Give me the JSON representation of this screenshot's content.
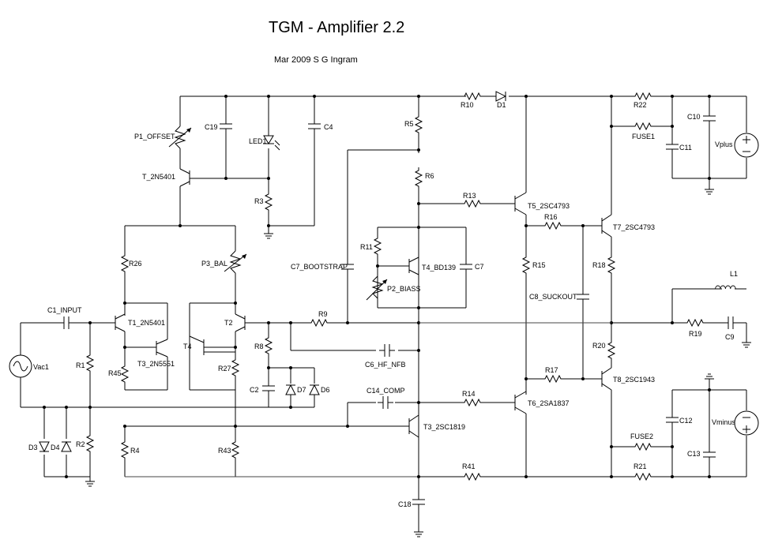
{
  "header": {
    "title": "TGM - Amplifier 2.2",
    "subtitle": "Mar 2009  S G Ingram"
  },
  "components": {
    "p1_offset": "P1_OFFSET",
    "c19": "C19",
    "led1": "LED1",
    "c4": "C4",
    "t_2n5401": "T_2N5401",
    "r3": "R3",
    "r5": "R5",
    "r6": "R6",
    "r10": "R10",
    "d1": "D1",
    "r22": "R22",
    "fuse1": "FUSE1",
    "c10": "C10",
    "c11": "C11",
    "vplus": "Vplus",
    "r13": "R13",
    "t5": "T5_2SC4793",
    "r16": "R16",
    "t7": "T7_2SC4793",
    "r11": "R11",
    "t4_bd139": "T4_BD139",
    "c7": "C7",
    "c7_bootstrap": "C7_BOOTSTRAP",
    "p2_biass": "P2_BIASS",
    "r15": "R15",
    "r18": "R18",
    "r26": "R26",
    "p3_bal": "P3_BAL",
    "c8_suckout": "C8_SUCKOUT",
    "l1": "L1",
    "c1_input": "C1_INPUT",
    "t1": "T1_2N5401",
    "t2": "T2",
    "r9": "R9",
    "r19": "R19",
    "c9": "C9",
    "vac1": "Vac1",
    "r1": "R1",
    "t4": "T4",
    "r8": "R8",
    "t3_2n5551": "T3_2N5551",
    "c6_hf_nfb": "C6_HF_NFB",
    "r20": "R20",
    "r45": "R45",
    "r27": "R27",
    "c2": "C2",
    "d7": "D7",
    "d6": "D6",
    "r17": "R17",
    "t8": "T8_2SC1943",
    "c14_comp": "C14_COMP",
    "r14": "R14",
    "t6": "T6_2SA1837",
    "c12": "C12",
    "t3_2sc1819": "T3_2SC1819",
    "vminus": "Vminus",
    "d3": "D3",
    "d4": "D4",
    "r2": "R2",
    "r4": "R4",
    "r43": "R43",
    "fuse2": "FUSE2",
    "c13": "C13",
    "r41": "R41",
    "r21": "R21",
    "c18": "C18"
  }
}
